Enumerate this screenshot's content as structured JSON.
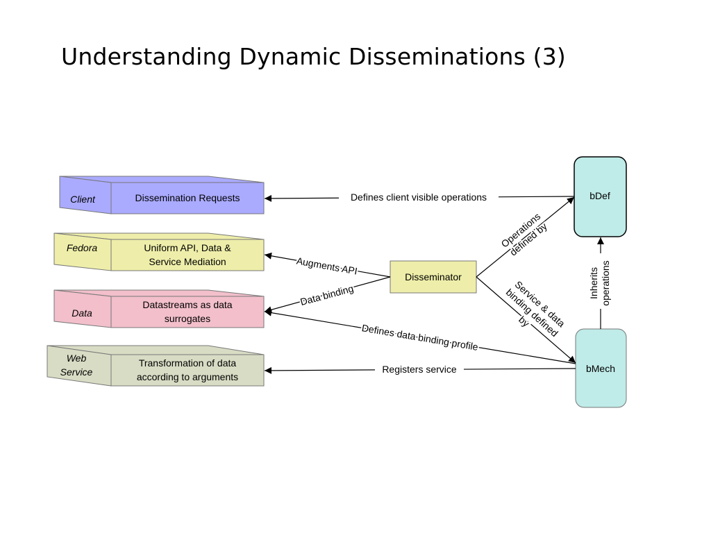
{
  "slide": {
    "title": "Understanding Dynamic Disseminations (3)"
  },
  "colors": {
    "client": "#aaaaff",
    "fedora": "#eeeeaa",
    "data": "#f2bfcb",
    "web_service": "#d8dcc4",
    "disseminator": "#eeeeaa",
    "mechanism": "#bfebe8"
  },
  "layers": [
    {
      "side_label": "Client",
      "body_lines": [
        "Dissemination Requests"
      ]
    },
    {
      "side_label": "Fedora",
      "body_lines": [
        "Uniform API, Data &",
        "Service Mediation"
      ]
    },
    {
      "side_label": "Data",
      "body_lines": [
        "Datastreams as data",
        "surrogates"
      ]
    },
    {
      "side_label_lines": [
        "Web",
        "Service"
      ],
      "body_lines": [
        "Transformation of data",
        "according to arguments"
      ]
    }
  ],
  "nodes": {
    "disseminator": "Disseminator",
    "bdef": "bDef",
    "bmech": "bMech"
  },
  "edges": {
    "defines_client_ops": "Defines client visible operations",
    "augments_api": "Augments API",
    "data_binding": "Data binding",
    "defines_data_binding_profile": "Defines data binding profile",
    "registers_service": "Registers service",
    "operations_defined_by": [
      "Operations",
      "defined by"
    ],
    "service_data_binding": [
      "Service & data",
      "binding defined",
      "by"
    ],
    "inherits_operations": [
      "Inherits",
      "operations"
    ]
  }
}
